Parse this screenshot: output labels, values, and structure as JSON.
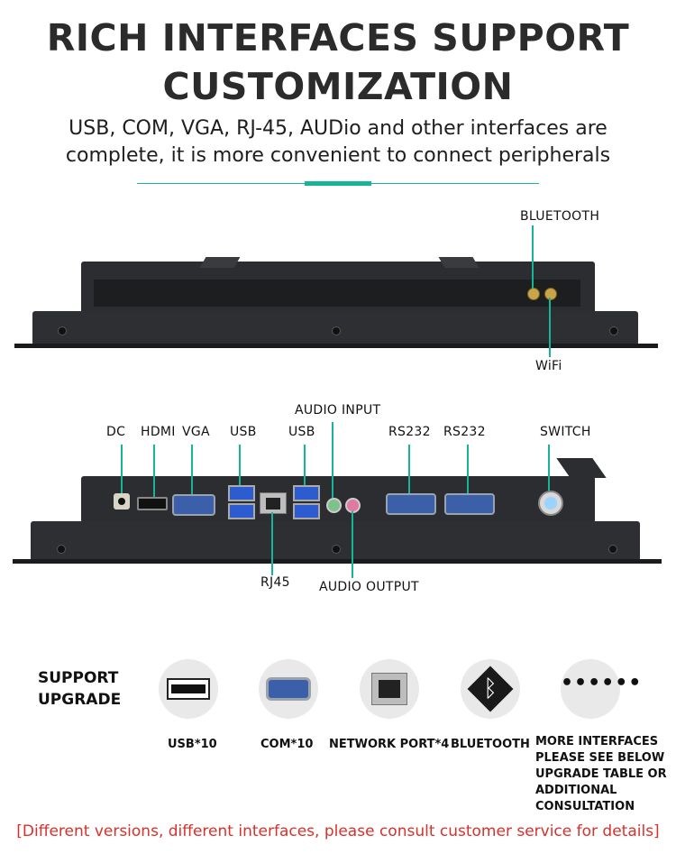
{
  "header": {
    "title_line1": "RICH INTERFACES SUPPORT",
    "title_line2": "CUSTOMIZATION",
    "subtitle_line1": "USB, COM, VGA, RJ-45, AUDio and other interfaces are",
    "subtitle_line2": "complete, it is more convenient to connect peripherals"
  },
  "top_view": {
    "bluetooth": "BLUETOOTH",
    "wifi": "WiFi"
  },
  "bottom_view": {
    "dc": "DC",
    "hdmi": "HDMI",
    "vga": "VGA",
    "usb1": "USB",
    "usb2": "USB",
    "audio_input": "AUDIO INPUT",
    "rs232_1": "RS232",
    "rs232_2": "RS232",
    "switch": "SWITCH",
    "rj45": "RJ45",
    "audio_output": "AUDIO OUTPUT"
  },
  "upgrade": {
    "heading_line1": "SUPPORT",
    "heading_line2": "UPGRADE",
    "items": [
      {
        "label": "USB*10",
        "icon": "usb-port-icon"
      },
      {
        "label": "COM*10",
        "icon": "com-port-icon"
      },
      {
        "label": "NETWORK PORT*4",
        "icon": "network-port-icon"
      },
      {
        "label": "BLUETOOTH",
        "icon": "bluetooth-icon"
      }
    ],
    "more_lines": [
      "MORE INTERFACES",
      "PLEASE SEE BELOW",
      "UPGRADE TABLE OR",
      "ADDITIONAL",
      "CONSULTATION"
    ],
    "more_icon": "ellipsis-icon"
  },
  "footer_note": "[Different versions, different interfaces, please consult customer service for details]",
  "colors": {
    "accent": "#18b49a",
    "note": "#d8312b",
    "device": "#2a2b2e"
  }
}
